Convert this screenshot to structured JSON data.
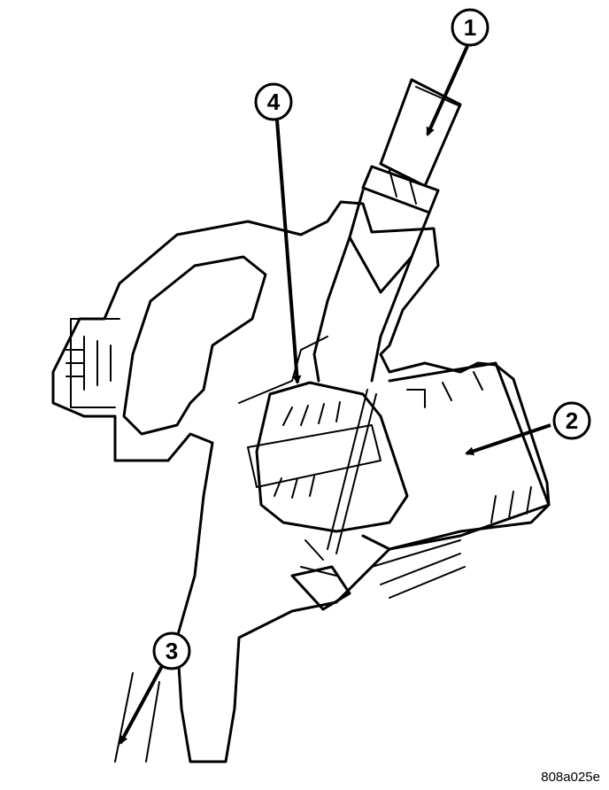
{
  "callouts": [
    {
      "id": "1",
      "label": "1"
    },
    {
      "id": "2",
      "label": "2"
    },
    {
      "id": "3",
      "label": "3"
    },
    {
      "id": "4",
      "label": "4"
    }
  ],
  "reference_code": "808a025e"
}
